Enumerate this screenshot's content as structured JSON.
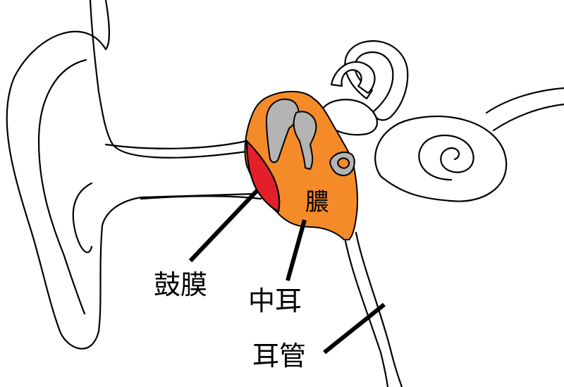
{
  "labels": {
    "pus": "膿",
    "eardrum": "鼓膜",
    "middle_ear": "中耳",
    "eustachian_tube": "耳管"
  },
  "colors": {
    "middle_ear_fill": "#f58a28",
    "eardrum_fill": "#e3202a",
    "ossicle_fill": "#b4b4b4",
    "outline": "#000000",
    "background": "#ffffff"
  }
}
